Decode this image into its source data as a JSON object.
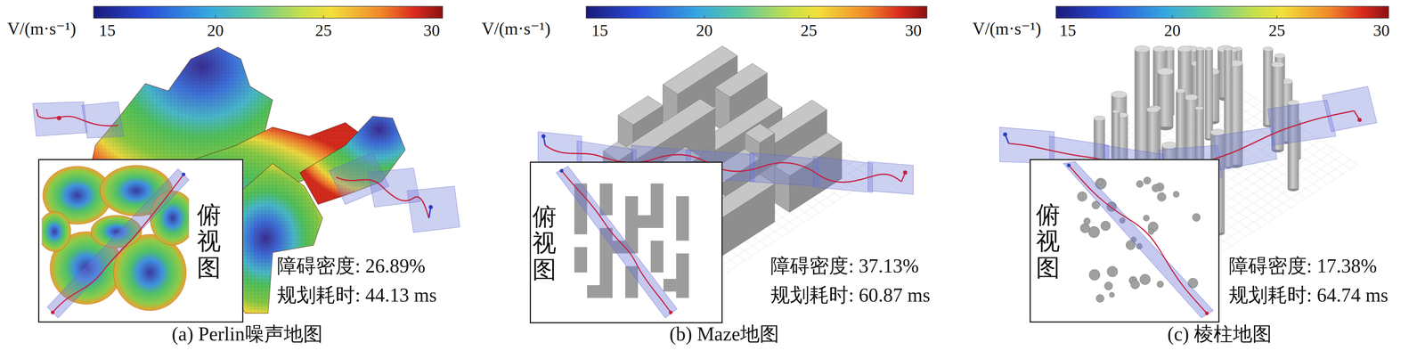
{
  "diagram": {
    "nodes": [
      {
        "text": [
          "俯视图"
        ]
      },
      {
        "text": [
          "俯视图"
        ]
      },
      {
        "text": [
          "俯视图"
        ]
      }
    ],
    "labels": [
      "V/(m·s⁻¹)",
      "15",
      "20",
      "25",
      "30",
      "障碍密度: 26.89%",
      "规划耗时: 44.13 ms",
      "(a) Perlin噪声地图",
      "V/(m·s⁻¹)",
      "15",
      "20",
      "25",
      "30",
      "障碍密度: 37.13%",
      "规划耗时: 60.87 ms",
      "(b) Maze地图",
      "V/(m·s⁻¹)",
      "15",
      "20",
      "25",
      "30",
      "障碍密度: 17.38%",
      "规划耗时: 64.74 ms",
      "(c) 棱柱地图"
    ]
  }
}
